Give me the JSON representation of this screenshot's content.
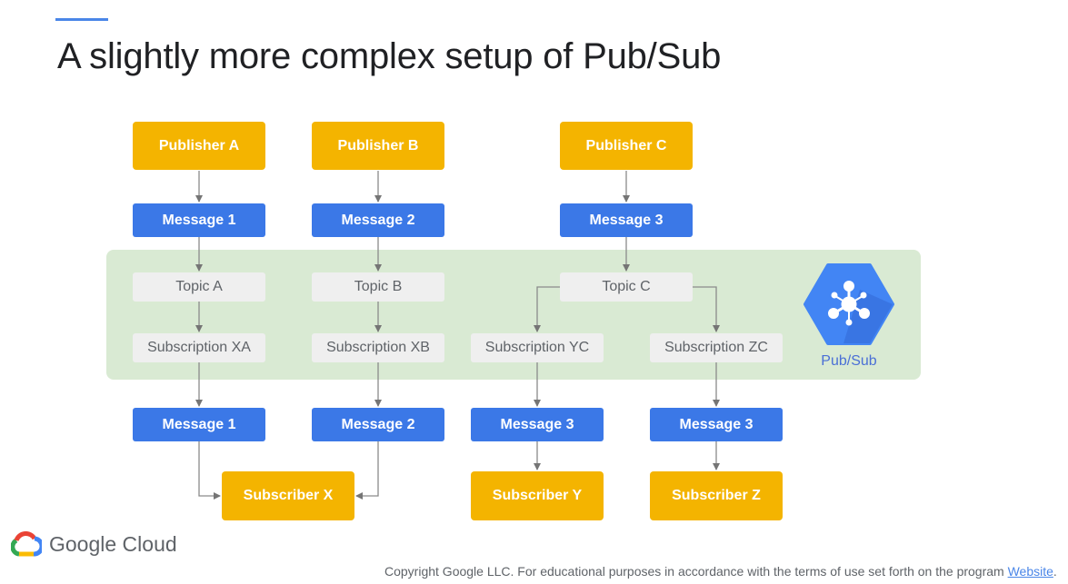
{
  "title": "A slightly more complex setup of Pub/Sub",
  "publishers": [
    "Publisher A",
    "Publisher B",
    "Publisher C"
  ],
  "published_messages": [
    "Message 1",
    "Message 2",
    "Message 3"
  ],
  "topics": [
    "Topic A",
    "Topic B",
    "Topic C"
  ],
  "subscriptions": [
    "Subscription XA",
    "Subscription XB",
    "Subscription YC",
    "Subscription ZC"
  ],
  "delivered_messages": [
    "Message 1",
    "Message 2",
    "Message 3",
    "Message 3"
  ],
  "subscribers": [
    "Subscriber X",
    "Subscriber Y",
    "Subscriber Z"
  ],
  "service": {
    "label": "Pub/Sub",
    "icon": "pubsub-icon"
  },
  "brand": {
    "name": "Google Cloud",
    "icon": "google-cloud-logo-icon"
  },
  "footer": {
    "copyright": "Copyright Google LLC. For educational purposes in accordance with the terms of use set forth on the program ",
    "link_text": "Website",
    "end": "."
  },
  "colors": {
    "publisher": "#f4b400",
    "message": "#3b78e7",
    "topic": "#efefef",
    "pubsub_band": "#d9ead3",
    "pubsub_hex": "#4285f4"
  }
}
